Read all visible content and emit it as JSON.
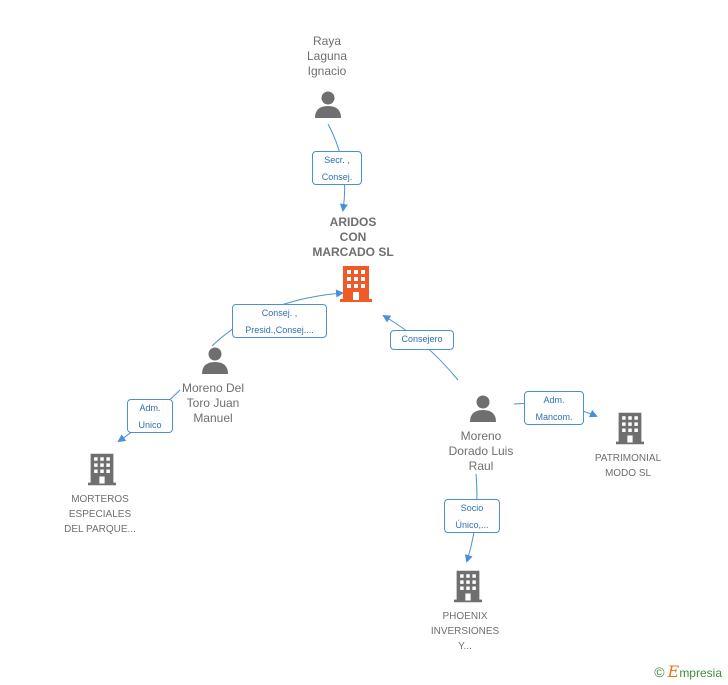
{
  "nodes": {
    "raya": "Raya\nLaguna\nIgnacio",
    "aridos": "ARIDOS\nCON\nMARCADO SL",
    "toro": "Moreno Del\nToro Juan\nManuel",
    "dorado": "Moreno\nDorado Luis\nRaul",
    "morteros": "MORTEROS\nESPECIALES\nDEL PARQUE...",
    "patrimonial": "PATRIMONIAL\nMODO SL",
    "phoenix": "PHOENIX\nINVERSIONES\nY..."
  },
  "edges": {
    "raya_aridos": [
      "Secr. ,",
      "Consej."
    ],
    "toro_aridos": [
      "Consej. ,",
      "Presid.,Consej...."
    ],
    "dorado_aridos": [
      "Consejero"
    ],
    "toro_morteros": [
      "Adm.",
      "Unico"
    ],
    "dorado_patrimonial": [
      "Adm.",
      "Mancom."
    ],
    "dorado_phoenix": [
      "Socio",
      "Único,..."
    ]
  },
  "brand": {
    "copyright": "©",
    "e": "E",
    "rest": "mpresia"
  },
  "colors": {
    "person": "#6f6f6f",
    "building": "#6f6f6f",
    "main_building": "#f05a28",
    "edge": "#4a90d9"
  }
}
